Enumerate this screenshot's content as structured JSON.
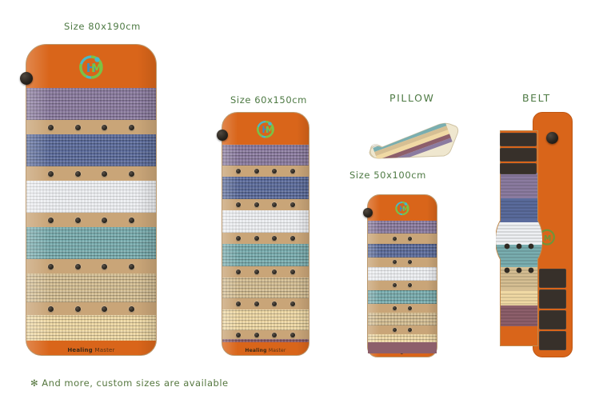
{
  "background": "#ffffff",
  "palette": {
    "mat_base": "#c9a578",
    "mat_edge": "#bb9a70",
    "orange_panel": "#d9651a",
    "label_green": "#4e7a44",
    "caption_green": "#55773f",
    "brand_text": "#3a2a18",
    "velcro_dark": "#37302a",
    "dot_dark": "#2f2a23",
    "pillow_cream": "#efe7cf"
  },
  "bands": [
    {
      "name": "purple",
      "color": "#8b7ba0"
    },
    {
      "name": "slate-blue",
      "color": "#5a6b9c"
    },
    {
      "name": "white",
      "color": "#eef0f3"
    },
    {
      "name": "teal",
      "color": "#79aeb0"
    },
    {
      "name": "khaki",
      "color": "#d6bf93"
    },
    {
      "name": "light-yellow",
      "color": "#f0d9a4"
    },
    {
      "name": "wine",
      "color": "#8d5f6b"
    }
  ],
  "brand": {
    "word1": "Healing",
    "word2": "Master",
    "logo_name": "hm-monogram-logo"
  },
  "products": [
    {
      "id": "mat-large",
      "label": "Size 80x190cm",
      "label_type": "size",
      "dots_per_row": 4,
      "band_count": 7,
      "has_logo": true,
      "has_brand_footer": true,
      "has_connector_knob": true
    },
    {
      "id": "mat-medium",
      "label": "Size 60x150cm",
      "label_type": "size",
      "dots_per_row": 4,
      "band_count": 7,
      "has_logo": true,
      "has_brand_footer": true,
      "has_connector_knob": true
    },
    {
      "id": "pillow",
      "label": "PILLOW",
      "label_type": "type",
      "dots_per_row": 2,
      "band_count": 7,
      "has_logo": false,
      "has_brand_footer": false,
      "has_connector_knob": false
    },
    {
      "id": "mat-small",
      "label": "Size 50x100cm",
      "label_type": "size",
      "dots_per_row": 2,
      "band_count": 7,
      "has_logo": true,
      "has_brand_footer": true,
      "has_connector_knob": true
    },
    {
      "id": "belt",
      "label": "BELT",
      "label_type": "type",
      "dots_per_row": 3,
      "band_count": 7,
      "has_logo": true,
      "has_brand_footer": false,
      "has_connector_knob": true,
      "velcro_strips_upper": 3,
      "velcro_strips_lower": 4
    }
  ],
  "caption": "✻  And more, custom sizes are available"
}
